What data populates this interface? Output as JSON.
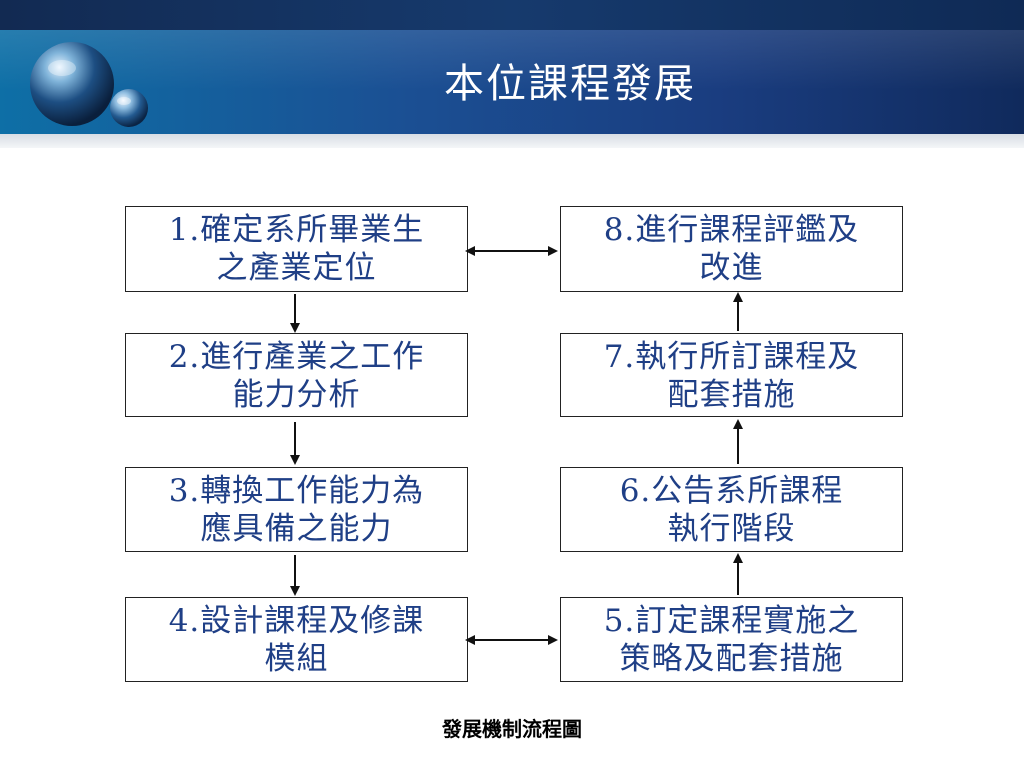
{
  "slide": {
    "title": "本位課程發展",
    "caption": "發展機制流程圖"
  },
  "colors": {
    "header_blue": "#1b4f93",
    "box_text": "#1f3f86",
    "box_border": "#222222"
  },
  "steps": [
    {
      "line1": "1.確定系所畢業生",
      "line2": "之產業定位"
    },
    {
      "line1": "2.進行產業之工作",
      "line2": "能力分析"
    },
    {
      "line1": "3.轉換工作能力為",
      "line2": "應具備之能力"
    },
    {
      "line1": "4.設計課程及修課",
      "line2": "模組"
    },
    {
      "line1": "5.訂定課程實施之",
      "line2": "策略及配套措施"
    },
    {
      "line1": "6.公告系所課程",
      "line2": "執行階段"
    },
    {
      "line1": "7.執行所訂課程及",
      "line2": "配套措施"
    },
    {
      "line1": "8.進行課程評鑑及",
      "line2": "改進"
    }
  ]
}
